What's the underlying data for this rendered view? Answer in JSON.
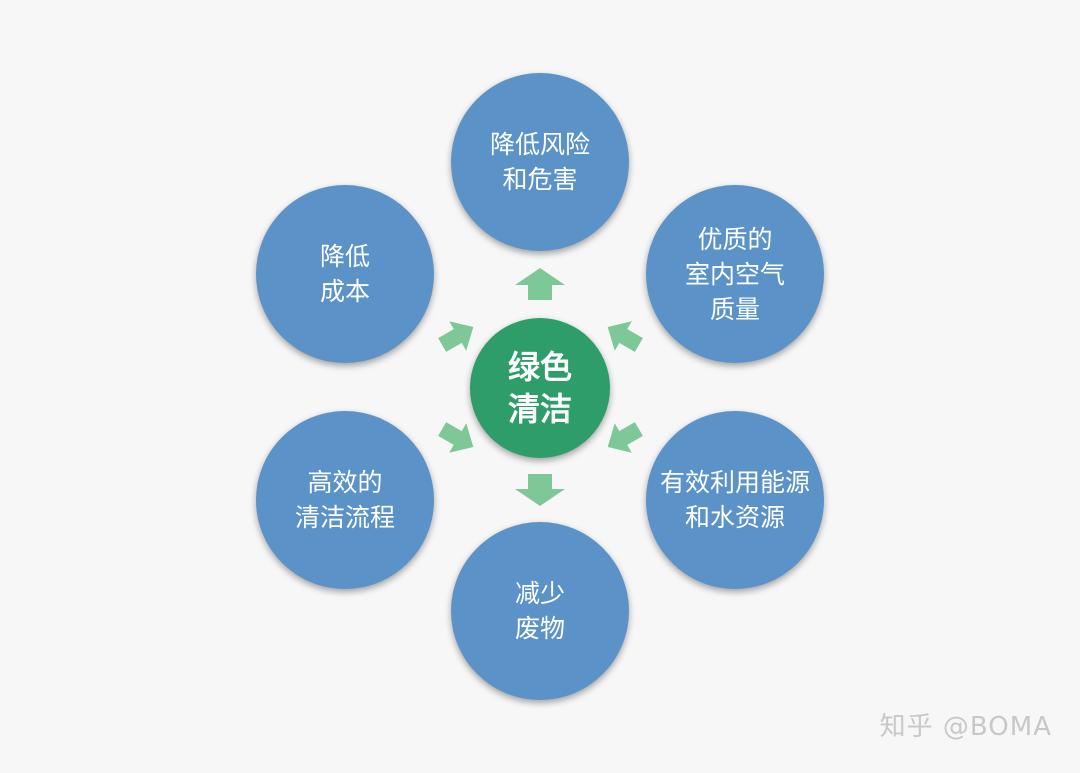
{
  "diagram": {
    "center": "绿色\n清洁",
    "nodes": {
      "top": "降低风险\n和危害",
      "top_right": "优质的\n室内空气\n质量",
      "bottom_right": "有效利用能源\n和水资源",
      "bottom": "减少\n废物",
      "bottom_left": "高效的\n清洁流程",
      "top_left": "降低\n成本"
    },
    "colors": {
      "node": "#5b93c8",
      "center": "#2e9d6a",
      "arrow": "#7ec898"
    }
  },
  "watermark": "知乎 @BOMA"
}
